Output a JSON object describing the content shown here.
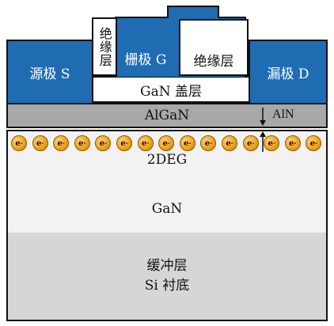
{
  "source": {
    "label": "源极 S"
  },
  "drain": {
    "label": "漏极 D"
  },
  "gate": {
    "label": "栅极 G"
  },
  "insulator_left": {
    "label": "绝缘层"
  },
  "insulator_right": {
    "label": "绝缘层"
  },
  "gan_cap": {
    "label": "GaN 盖层"
  },
  "algan": {
    "label": "AlGaN"
  },
  "aln": {
    "label": "AlN"
  },
  "twodeg": {
    "label": "2DEG"
  },
  "gan": {
    "label": "GaN"
  },
  "buffer": {
    "line1": "缓冲层",
    "line2": "Si 衬底"
  },
  "electron_symbol": "e",
  "electron_count": 15,
  "colors": {
    "electrode": "#1f6cb3",
    "algan": "#a8a8a8",
    "substrate": "#d6d6d6",
    "gan": "#f2f2f2",
    "electron": "#f2a21d"
  }
}
